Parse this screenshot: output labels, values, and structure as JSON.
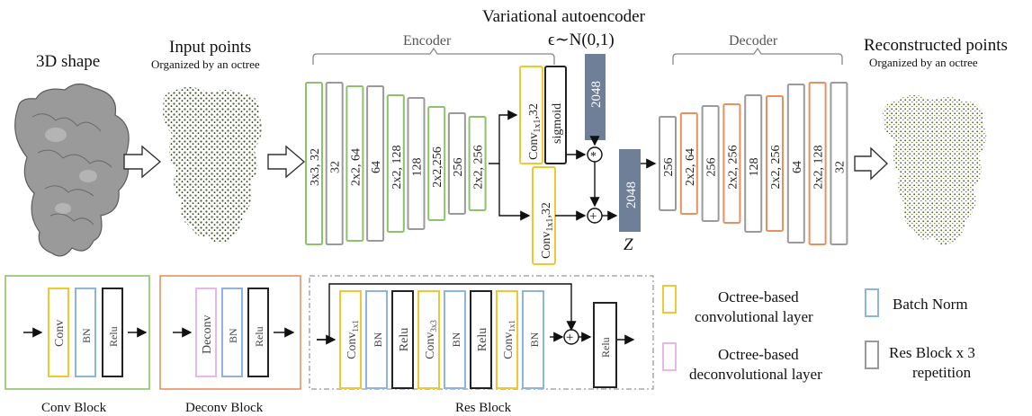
{
  "colors": {
    "conv": "#f0c832",
    "deconv": "#e8b8ea",
    "bn": "#8fb4dc",
    "relu": "#222222",
    "green": "#8cc26a",
    "orange": "#e89060",
    "gray": "#9a9a9a",
    "latent": "#6f7f98"
  },
  "header": {
    "shape_title": "3D shape",
    "input_title": "Input points",
    "input_sub": "Organized by an octree",
    "encoder": "Encoder",
    "vae_title": "Variational autoencoder",
    "epsilon": "ϵ∼N(0,1)",
    "decoder": "Decoder",
    "recon_title": "Reconstructed points",
    "recon_sub": "Organized by an octree"
  },
  "encoder_blocks": [
    {
      "label": "3x3, 32",
      "color": "green"
    },
    {
      "label": "32",
      "color": "gray"
    },
    {
      "label": "2x2, 64",
      "color": "green"
    },
    {
      "label": "64",
      "color": "gray"
    },
    {
      "label": "2x2, 128",
      "color": "green"
    },
    {
      "label": "128",
      "color": "gray"
    },
    {
      "label": "2x2,256",
      "color": "green"
    },
    {
      "label": "256",
      "color": "gray"
    },
    {
      "label": "2x2, 256",
      "color": "green"
    }
  ],
  "vae": {
    "conv_top": "Conv",
    "conv_top_sub": "1x1",
    "conv_top_ch": ",32",
    "sigmoid": "sigmoid",
    "conv_bottom": "Conv",
    "conv_bottom_sub": "1x1",
    "conv_bottom_ch": ",32",
    "noise_size": "2048",
    "latent_size": "2048",
    "multiply": "*",
    "plus": "+",
    "z_label": "Z"
  },
  "decoder_blocks": [
    {
      "label": "256",
      "color": "gray"
    },
    {
      "label": "2x2, 64",
      "color": "orange"
    },
    {
      "label": "256",
      "color": "gray"
    },
    {
      "label": "2x2, 256",
      "color": "orange"
    },
    {
      "label": "128",
      "color": "gray"
    },
    {
      "label": "2x2, 256",
      "color": "orange"
    },
    {
      "label": "64",
      "color": "gray"
    },
    {
      "label": "2x2, 128",
      "color": "orange"
    },
    {
      "label": "32",
      "color": "gray"
    }
  ],
  "conv_block": {
    "conv": "Conv",
    "bn": "BN",
    "relu": "Relu",
    "caption": "Conv Block"
  },
  "deconv_block": {
    "deconv": "Deconv",
    "bn": "BN",
    "relu": "Relu",
    "caption": "Deconv Block"
  },
  "res_block": {
    "layers": [
      {
        "text": "Conv",
        "sub": "1x1",
        "color": "conv"
      },
      {
        "text": "BN",
        "sub": "",
        "color": "bn"
      },
      {
        "text": "Relu",
        "sub": "",
        "color": "relu"
      },
      {
        "text": "Conv",
        "sub": "3x3",
        "color": "conv"
      },
      {
        "text": "BN",
        "sub": "",
        "color": "bn"
      },
      {
        "text": "Relu",
        "sub": "",
        "color": "relu"
      },
      {
        "text": "Conv",
        "sub": "1x1",
        "color": "conv"
      },
      {
        "text": "BN",
        "sub": "",
        "color": "bn"
      }
    ],
    "relu_out": "Relu",
    "caption": "Res Block"
  },
  "legend": {
    "conv_line1": "Octree-based",
    "conv_line2": "convolutional layer",
    "deconv_line1": "Octree-based",
    "deconv_line2": "deconvolutional layer",
    "bn": "Batch Norm",
    "res_line1": "Res Block x 3",
    "res_line2": "repetition"
  }
}
